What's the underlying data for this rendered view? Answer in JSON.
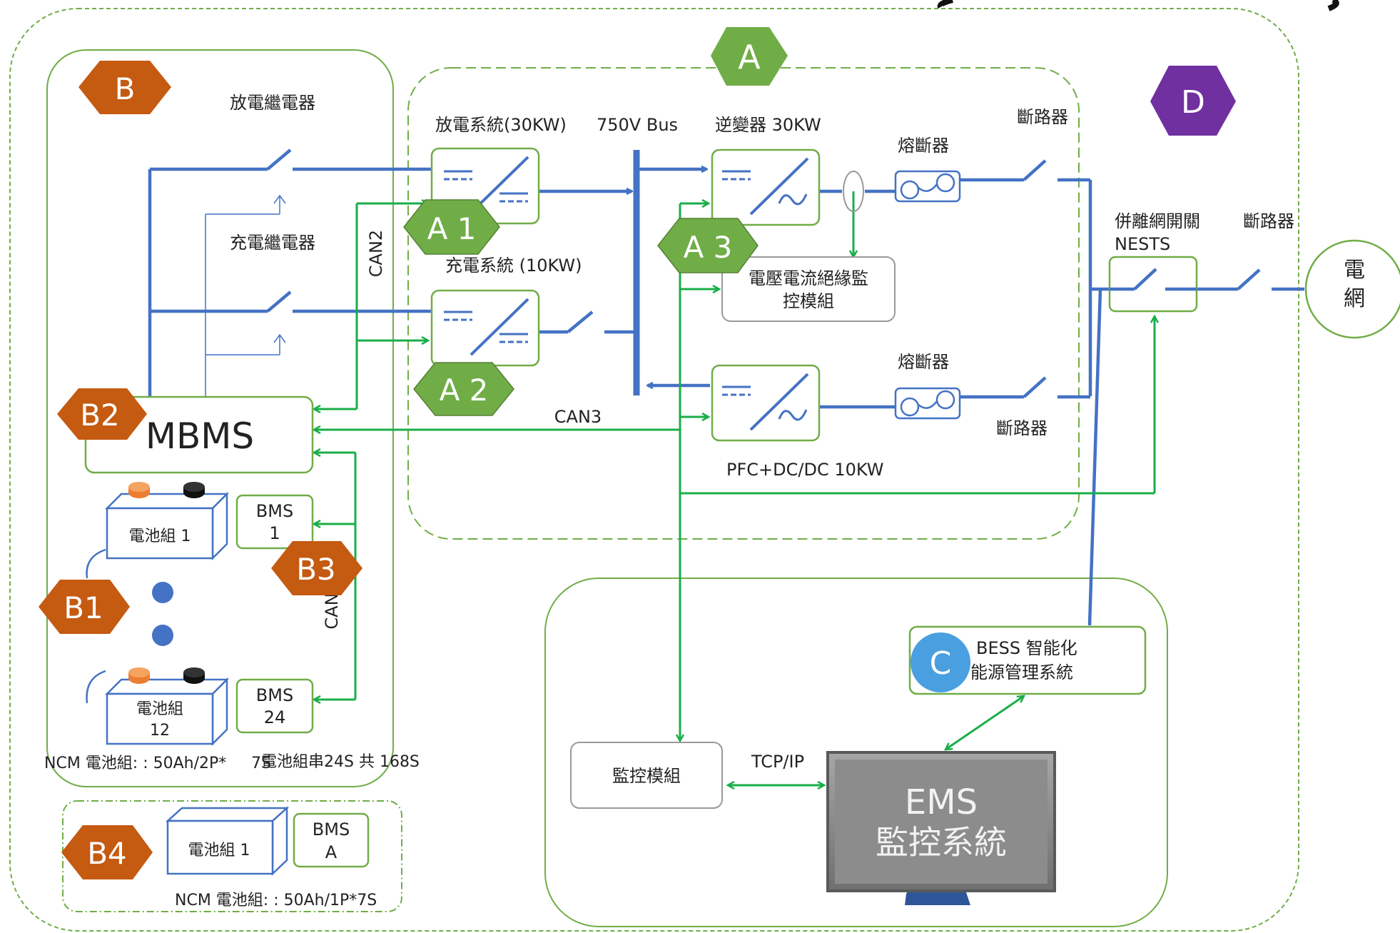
{
  "colors": {
    "power_line": "#4472c4",
    "signal_line": "#1aae48",
    "group_border": "#70ad47",
    "box_border": "#70ad47",
    "badge_orange": "#c55a11",
    "badge_green": "#70ad47",
    "badge_purple": "#7030a0",
    "badge_blue": "#4a9fe0",
    "ems_fill": "#8c8c8c"
  },
  "badges": {
    "A": "A",
    "A1": "A 1",
    "A2": "A 2",
    "A3": "A 3",
    "B": "B",
    "B1": "B1",
    "B2": "B2",
    "B3": "B3",
    "B4": "B4",
    "C": "C",
    "D": "D"
  },
  "labels": {
    "discharge_relay": "放電繼電器",
    "charge_relay": "充電繼電器",
    "discharge_system": "放電系統(30KW)",
    "bus": "750V Bus",
    "inverter": "逆變器 30KW",
    "fuse_top": "熔斷器",
    "breaker_top": "斷路器",
    "charge_system": "充電系統 (10KW)",
    "can2": "CAN2",
    "can3": "CAN3",
    "can1": "CAN",
    "fuse_bottom": "熔斷器",
    "breaker_bottom": "斷路器",
    "pfc": "PFC+DC/DC 10KW",
    "grid_switch_line1": "併離網開關",
    "grid_switch_line2": "NESTS",
    "breaker_grid": "斷路器",
    "grid_line1": "電",
    "grid_line2": "網",
    "monitor_module_line1": "電壓電流絕緣監",
    "monitor_module_line2": "控模組",
    "mbms": "MBMS",
    "battery1": "電池組 1",
    "battery12_line1": "電池組",
    "battery12_line2": "12",
    "bms1_line1": "BMS",
    "bms1_line2": "1",
    "bms24_line1": "BMS",
    "bms24_line2": "24",
    "ncm_main": "NCM 電池組: : 50Ah/2P*",
    "ncm_main_tail": "7S",
    "ncm_series": "電池組串24S 共 168S",
    "battery_b4": "電池組 1",
    "bmsA_line1": "BMS",
    "bmsA_line2": "A",
    "ncm_b4": "NCM 電池組: : 50Ah/1P*7S",
    "bess_line1": "BESS 智能化",
    "bess_line2": "能源管理系統",
    "monitor": "監控模組",
    "tcpip": "TCP/IP",
    "ems_line1": "EMS",
    "ems_line2": "監控系統"
  }
}
